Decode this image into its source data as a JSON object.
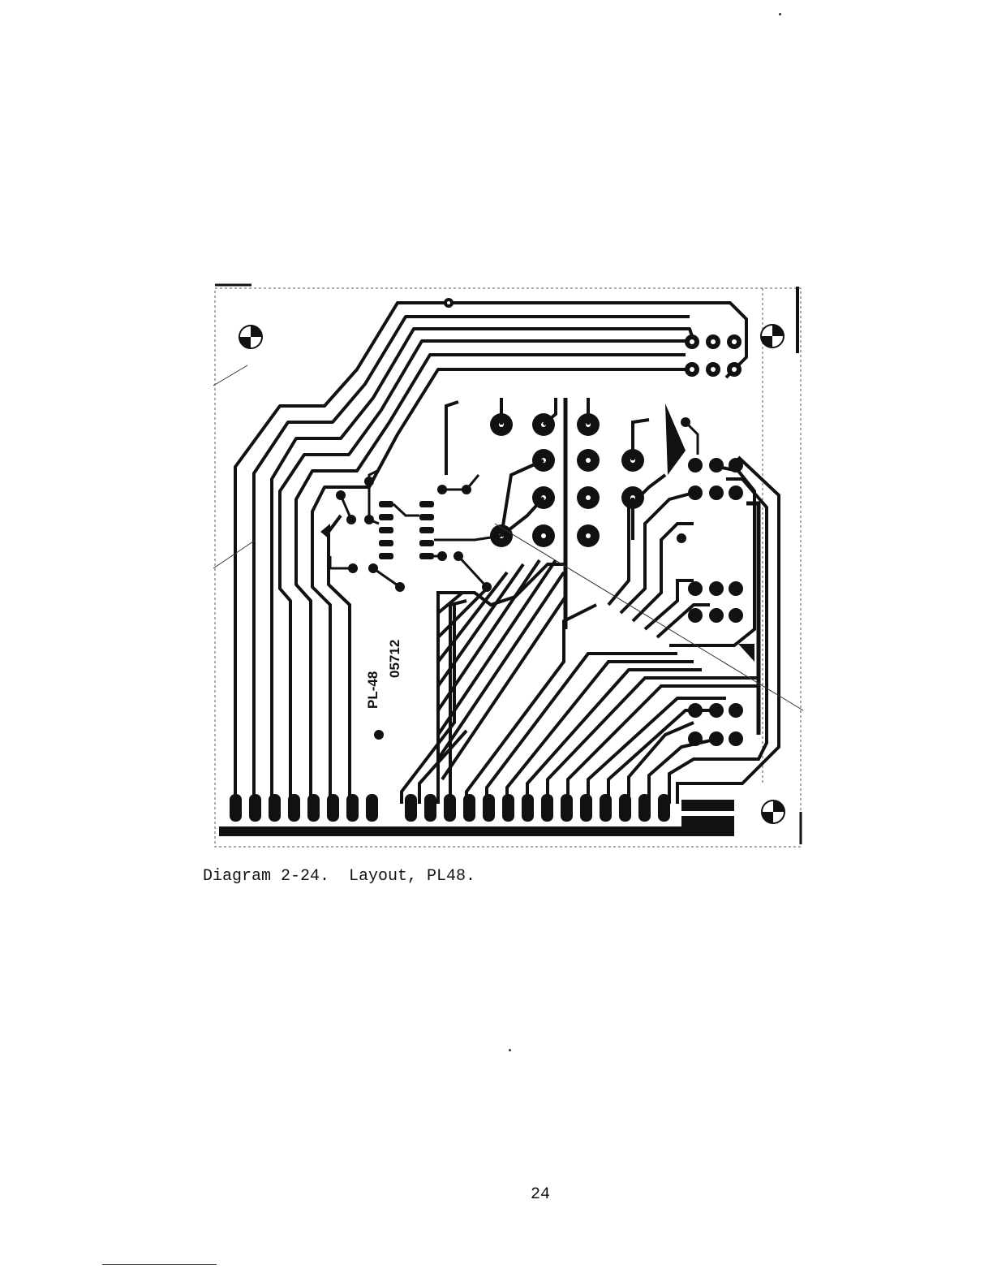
{
  "figure": {
    "caption": "Diagram 2-24.  Layout, PL48.",
    "board_label": "PL-48",
    "board_number": "05712"
  },
  "page": {
    "number": "24"
  }
}
